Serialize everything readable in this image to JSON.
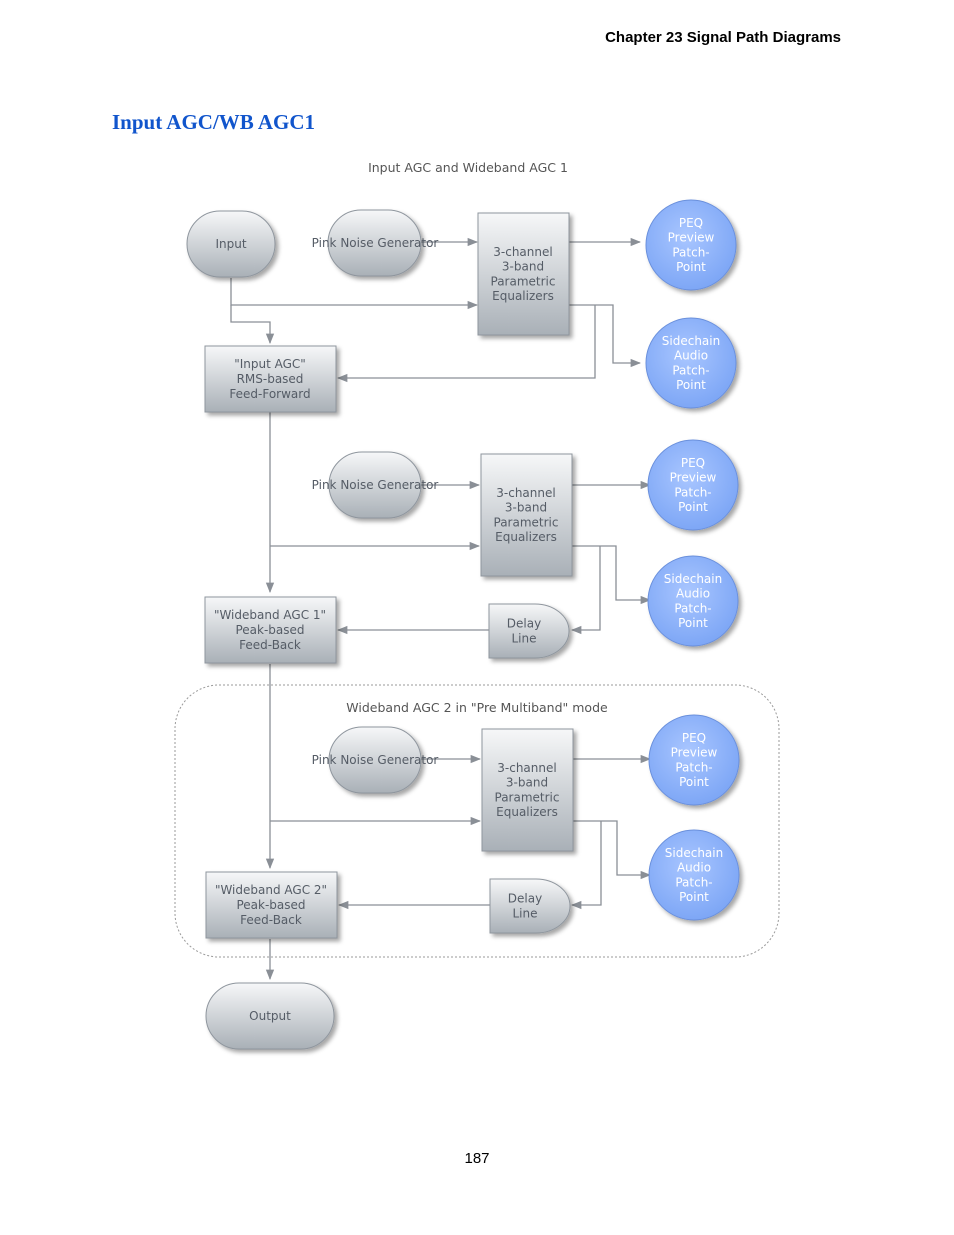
{
  "header": {
    "chapter": "Chapter 23  Signal Path Diagrams"
  },
  "section": {
    "title": "Input AGC/WB AGC1"
  },
  "diagram": {
    "caption": "Input AGC and Wideband AGC 1",
    "group_caption": "Wideband AGC 2 in \"Pre Multiband\" mode",
    "input": "Input",
    "output": "Output",
    "pink_noise": "Pink Noise Generator",
    "eq": "3-channel 3-band Parametric Equalizers",
    "peq_point": "PEQ Preview Patch- Point",
    "sidechain_point": "Sidechain Audio Patch- Point",
    "delay": "Delay Line",
    "input_agc": "\"Input AGC\" RMS-based Feed-Forward",
    "wb_agc1": "\"Wideband AGC 1\" Peak-based Feed-Back",
    "wb_agc2": "\"Wideband AGC 2\" Peak-based Feed-Back"
  },
  "footer": {
    "page_number": "187"
  }
}
